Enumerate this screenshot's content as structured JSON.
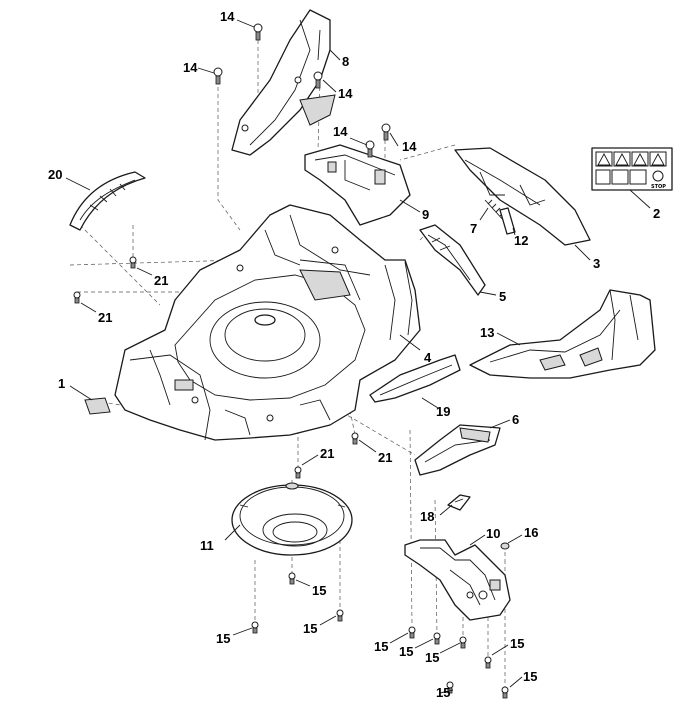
{
  "diagram": {
    "type": "exploded-parts-diagram",
    "label_stop": "STOP",
    "callouts": [
      {
        "id": "c14a",
        "text": "14"
      },
      {
        "id": "c8",
        "text": "8"
      },
      {
        "id": "c14b",
        "text": "14"
      },
      {
        "id": "c14c",
        "text": "14"
      },
      {
        "id": "c14d",
        "text": "14"
      },
      {
        "id": "c14e",
        "text": "14"
      },
      {
        "id": "c20",
        "text": "20"
      },
      {
        "id": "c9",
        "text": "9"
      },
      {
        "id": "c7",
        "text": "7"
      },
      {
        "id": "c12",
        "text": "12"
      },
      {
        "id": "c2",
        "text": "2"
      },
      {
        "id": "c3",
        "text": "3"
      },
      {
        "id": "c21a",
        "text": "21"
      },
      {
        "id": "c21b",
        "text": "21"
      },
      {
        "id": "c5",
        "text": "5"
      },
      {
        "id": "c13",
        "text": "13"
      },
      {
        "id": "c4",
        "text": "4"
      },
      {
        "id": "c1",
        "text": "1"
      },
      {
        "id": "c19",
        "text": "19"
      },
      {
        "id": "c6",
        "text": "6"
      },
      {
        "id": "c21c",
        "text": "21"
      },
      {
        "id": "c21d",
        "text": "21"
      },
      {
        "id": "c18",
        "text": "18"
      },
      {
        "id": "c11",
        "text": "11"
      },
      {
        "id": "c10",
        "text": "10"
      },
      {
        "id": "c16",
        "text": "16"
      },
      {
        "id": "c15a",
        "text": "15"
      },
      {
        "id": "c15b",
        "text": "15"
      },
      {
        "id": "c15c",
        "text": "15"
      },
      {
        "id": "c15d",
        "text": "15"
      },
      {
        "id": "c15e",
        "text": "15"
      },
      {
        "id": "c15f",
        "text": "15"
      },
      {
        "id": "c15g",
        "text": "15"
      },
      {
        "id": "c15h",
        "text": "15"
      },
      {
        "id": "c15i",
        "text": "15"
      }
    ]
  }
}
